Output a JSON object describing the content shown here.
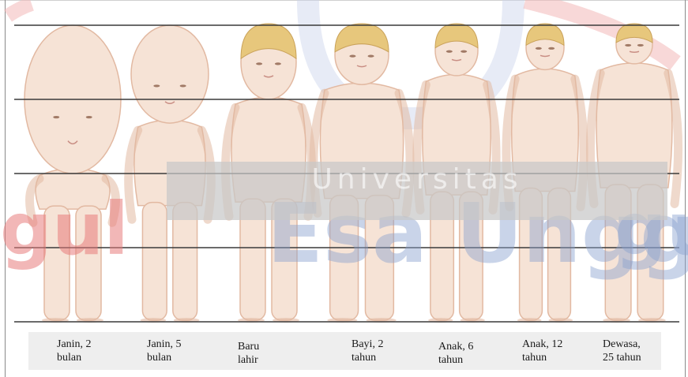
{
  "figure": {
    "stages": [
      {
        "label": "Janin, 2\nbulan"
      },
      {
        "label": "Janin, 5\nbulan"
      },
      {
        "label": "Baru\nlahir"
      },
      {
        "label": "Bayi, 2\ntahun"
      },
      {
        "label": "Anak, 6\ntahun"
      },
      {
        "label": "Anak, 12\ntahun"
      },
      {
        "label": "Dewasa,\n25 tahun"
      }
    ],
    "reference_lines": 5
  },
  "watermark": {
    "line1": "Universitas",
    "line2": "Esa Unggul",
    "left_fragment": "gul",
    "right_fragment": "gu"
  },
  "colors": {
    "skin": "#f6e3d6",
    "outline": "#e2b9a2",
    "hair": "#e7c77c",
    "rule": "#3a3a3a",
    "watermark_red": "#e87d7d",
    "watermark_blue": "#8aa2cf"
  }
}
